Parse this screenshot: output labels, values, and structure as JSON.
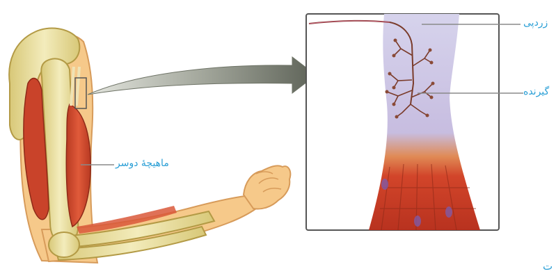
{
  "labels": {
    "biceps": "ماهیچهٔ دوسر",
    "tendon": "زردپی",
    "receptor": "گیرنده",
    "corner_mark": "ت"
  },
  "colors": {
    "label_text": "#2a9fd6",
    "leader_line": "#8a8a8a",
    "muscle": "#d2452a",
    "bone": "#e8dc9a",
    "skin": "#f6c98a",
    "tendon_tissue": "#c9c2e3",
    "arrow": "#6e7366",
    "frame": "#555555"
  }
}
